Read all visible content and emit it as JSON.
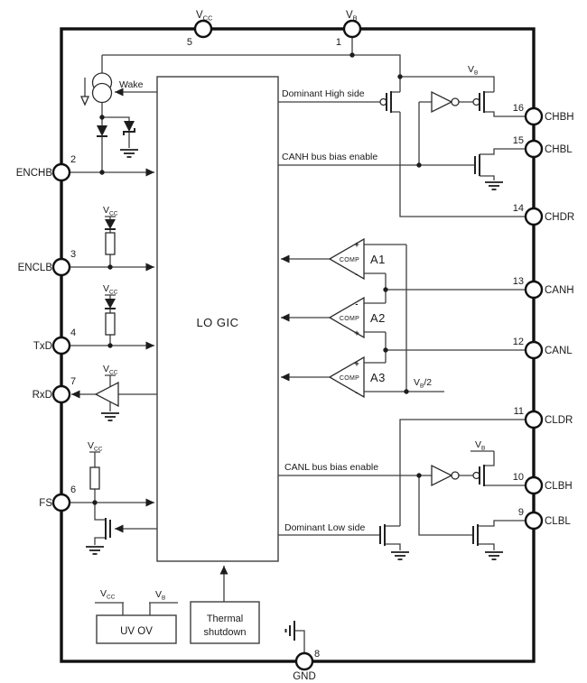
{
  "colors": {
    "ink": "#1a1a1a",
    "wire": "#3f3f3f",
    "background": "#ffffff"
  },
  "supply": {
    "v": "V",
    "cc": "CC",
    "b": "B",
    "half": "/2"
  },
  "pins": {
    "top": [
      {
        "number": "5"
      },
      {
        "number": "1"
      }
    ],
    "left": [
      {
        "number": "2",
        "label": "ENCHB"
      },
      {
        "number": "3",
        "label": "ENCLB"
      },
      {
        "number": "4",
        "label": "TxD"
      },
      {
        "number": "7",
        "label": "RxD"
      },
      {
        "number": "6",
        "label": "FS"
      }
    ],
    "right": [
      {
        "number": "16",
        "label": "CHBH"
      },
      {
        "number": "15",
        "label": "CHBL"
      },
      {
        "number": "14",
        "label": "CHDR"
      },
      {
        "number": "13",
        "label": "CANH"
      },
      {
        "number": "12",
        "label": "CANL"
      },
      {
        "number": "11",
        "label": "CLDR"
      },
      {
        "number": "10",
        "label": "CLBH"
      },
      {
        "number": "9",
        "label": "CLBL"
      }
    ],
    "bottom": {
      "number": "8",
      "label": "GND"
    }
  },
  "blocks": {
    "logic": "LO GIC",
    "thermal": [
      "Thermal",
      "shutdown"
    ],
    "uvov": "UV OV"
  },
  "nets": {
    "wake": "Wake",
    "dominant_high": "Dominant High side",
    "canh_bias": "CANH bus bias enable",
    "canl_bias": "CANL bus bias enable",
    "dominant_low": "Dominant Low side"
  },
  "comparators": [
    {
      "name": "A1",
      "type": "COMP",
      "top_sign": "+",
      "bottom_sign": "-"
    },
    {
      "name": "A2",
      "type": "COMP",
      "top_sign": "-",
      "bottom_sign": "+"
    },
    {
      "name": "A3",
      "type": "COMP",
      "top_sign": "+",
      "bottom_sign": "-"
    }
  ]
}
